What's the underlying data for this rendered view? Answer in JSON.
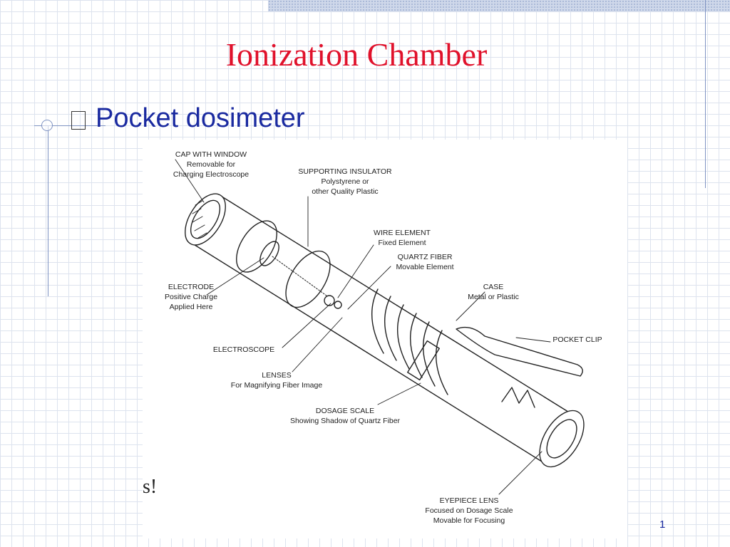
{
  "slide": {
    "title": "Ionization Chamber",
    "bullet": "Pocket dosimeter",
    "stray_text": "s!",
    "page_number": "1"
  },
  "figure": {
    "labels": {
      "cap": [
        "CAP WITH WINDOW",
        "Removable for",
        "Charging Electroscope"
      ],
      "insulator": [
        "SUPPORTING INSULATOR",
        "Polystyrene or",
        "other Quality Plastic"
      ],
      "wire": [
        "WIRE ELEMENT",
        "Fixed Element"
      ],
      "quartz": [
        "QUARTZ FIBER",
        "Movable Element"
      ],
      "electrode": [
        "ELECTRODE",
        "Positive Charge",
        "Applied Here"
      ],
      "case": [
        "CASE",
        "Metal or Plastic"
      ],
      "clip": [
        "POCKET CLIP"
      ],
      "electroscope": [
        "ELECTROSCOPE"
      ],
      "lenses": [
        "LENSES",
        "For Magnifying Fiber Image"
      ],
      "scale": [
        "DOSAGE SCALE",
        "Showing Shadow of Quartz Fiber"
      ],
      "eyepiece": [
        "EYEPIECE LENS",
        "Focused on Dosage Scale",
        "Movable for Focusing"
      ]
    }
  },
  "colors": {
    "title": "#e0112b",
    "bullet": "#1a2aa0",
    "grid": "#dde3ee",
    "accent_line": "#7f93c2"
  }
}
